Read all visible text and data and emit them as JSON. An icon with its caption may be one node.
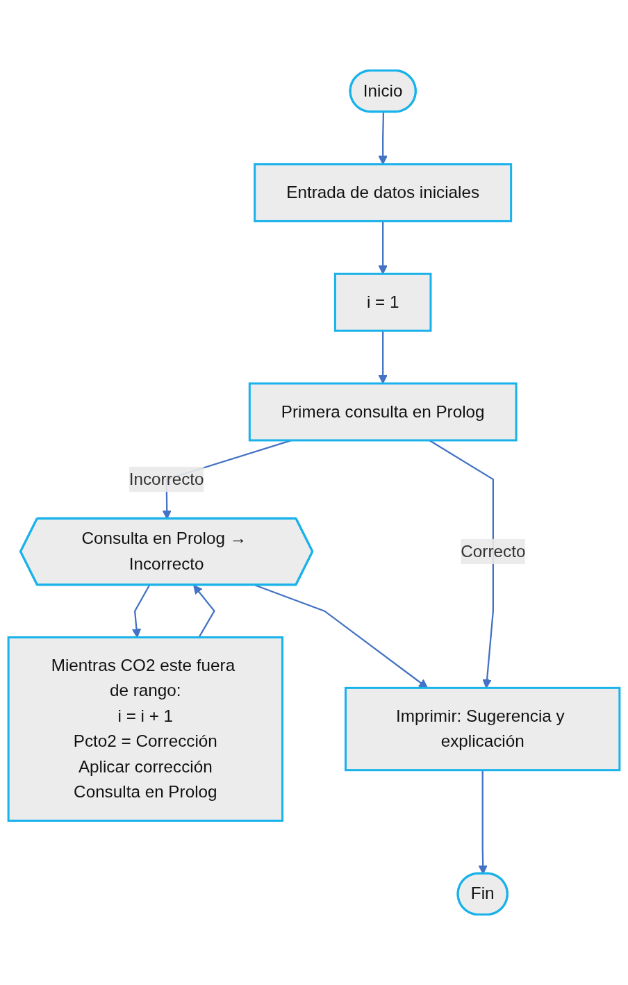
{
  "diagram": {
    "nodes": [
      {
        "text": [
          "Inicio"
        ]
      },
      {
        "text": [
          "Entrada de datos iniciales"
        ]
      },
      {
        "text": [
          "i = 1"
        ]
      },
      {
        "text": [
          "Primera consulta en Prolog"
        ]
      },
      {
        "text": [
          "Consulta en Prolog → Incorrecto"
        ]
      },
      {
        "text": [
          "Mientras CO2 este fuera de rango:",
          "i = i + 1",
          "Pcto2 = Corrección",
          "Aplicar corrección",
          "Consulta en Prolog"
        ]
      },
      {
        "text": [
          "Imprimir: Sugerencia y explicación"
        ]
      },
      {
        "text": [
          "Fin"
        ]
      }
    ],
    "edges": [
      {
        "from": 0,
        "to": 1,
        "arrow": "to"
      },
      {
        "from": 1,
        "to": 2,
        "arrow": "to"
      },
      {
        "from": 2,
        "to": 3,
        "arrow": "to"
      },
      {
        "from": 3,
        "to": 4,
        "arrow": "to",
        "label": "Incorrecto"
      },
      {
        "from": 4,
        "to": 5,
        "arrow": "to"
      },
      {
        "from": 5,
        "to": 4,
        "arrow": "to"
      },
      {
        "from": 4,
        "to": 6,
        "arrow": "to"
      },
      {
        "from": 3,
        "to": 6,
        "arrow": "to",
        "label": "Correcto"
      },
      {
        "from": 6,
        "to": 7,
        "arrow": "to"
      }
    ]
  }
}
